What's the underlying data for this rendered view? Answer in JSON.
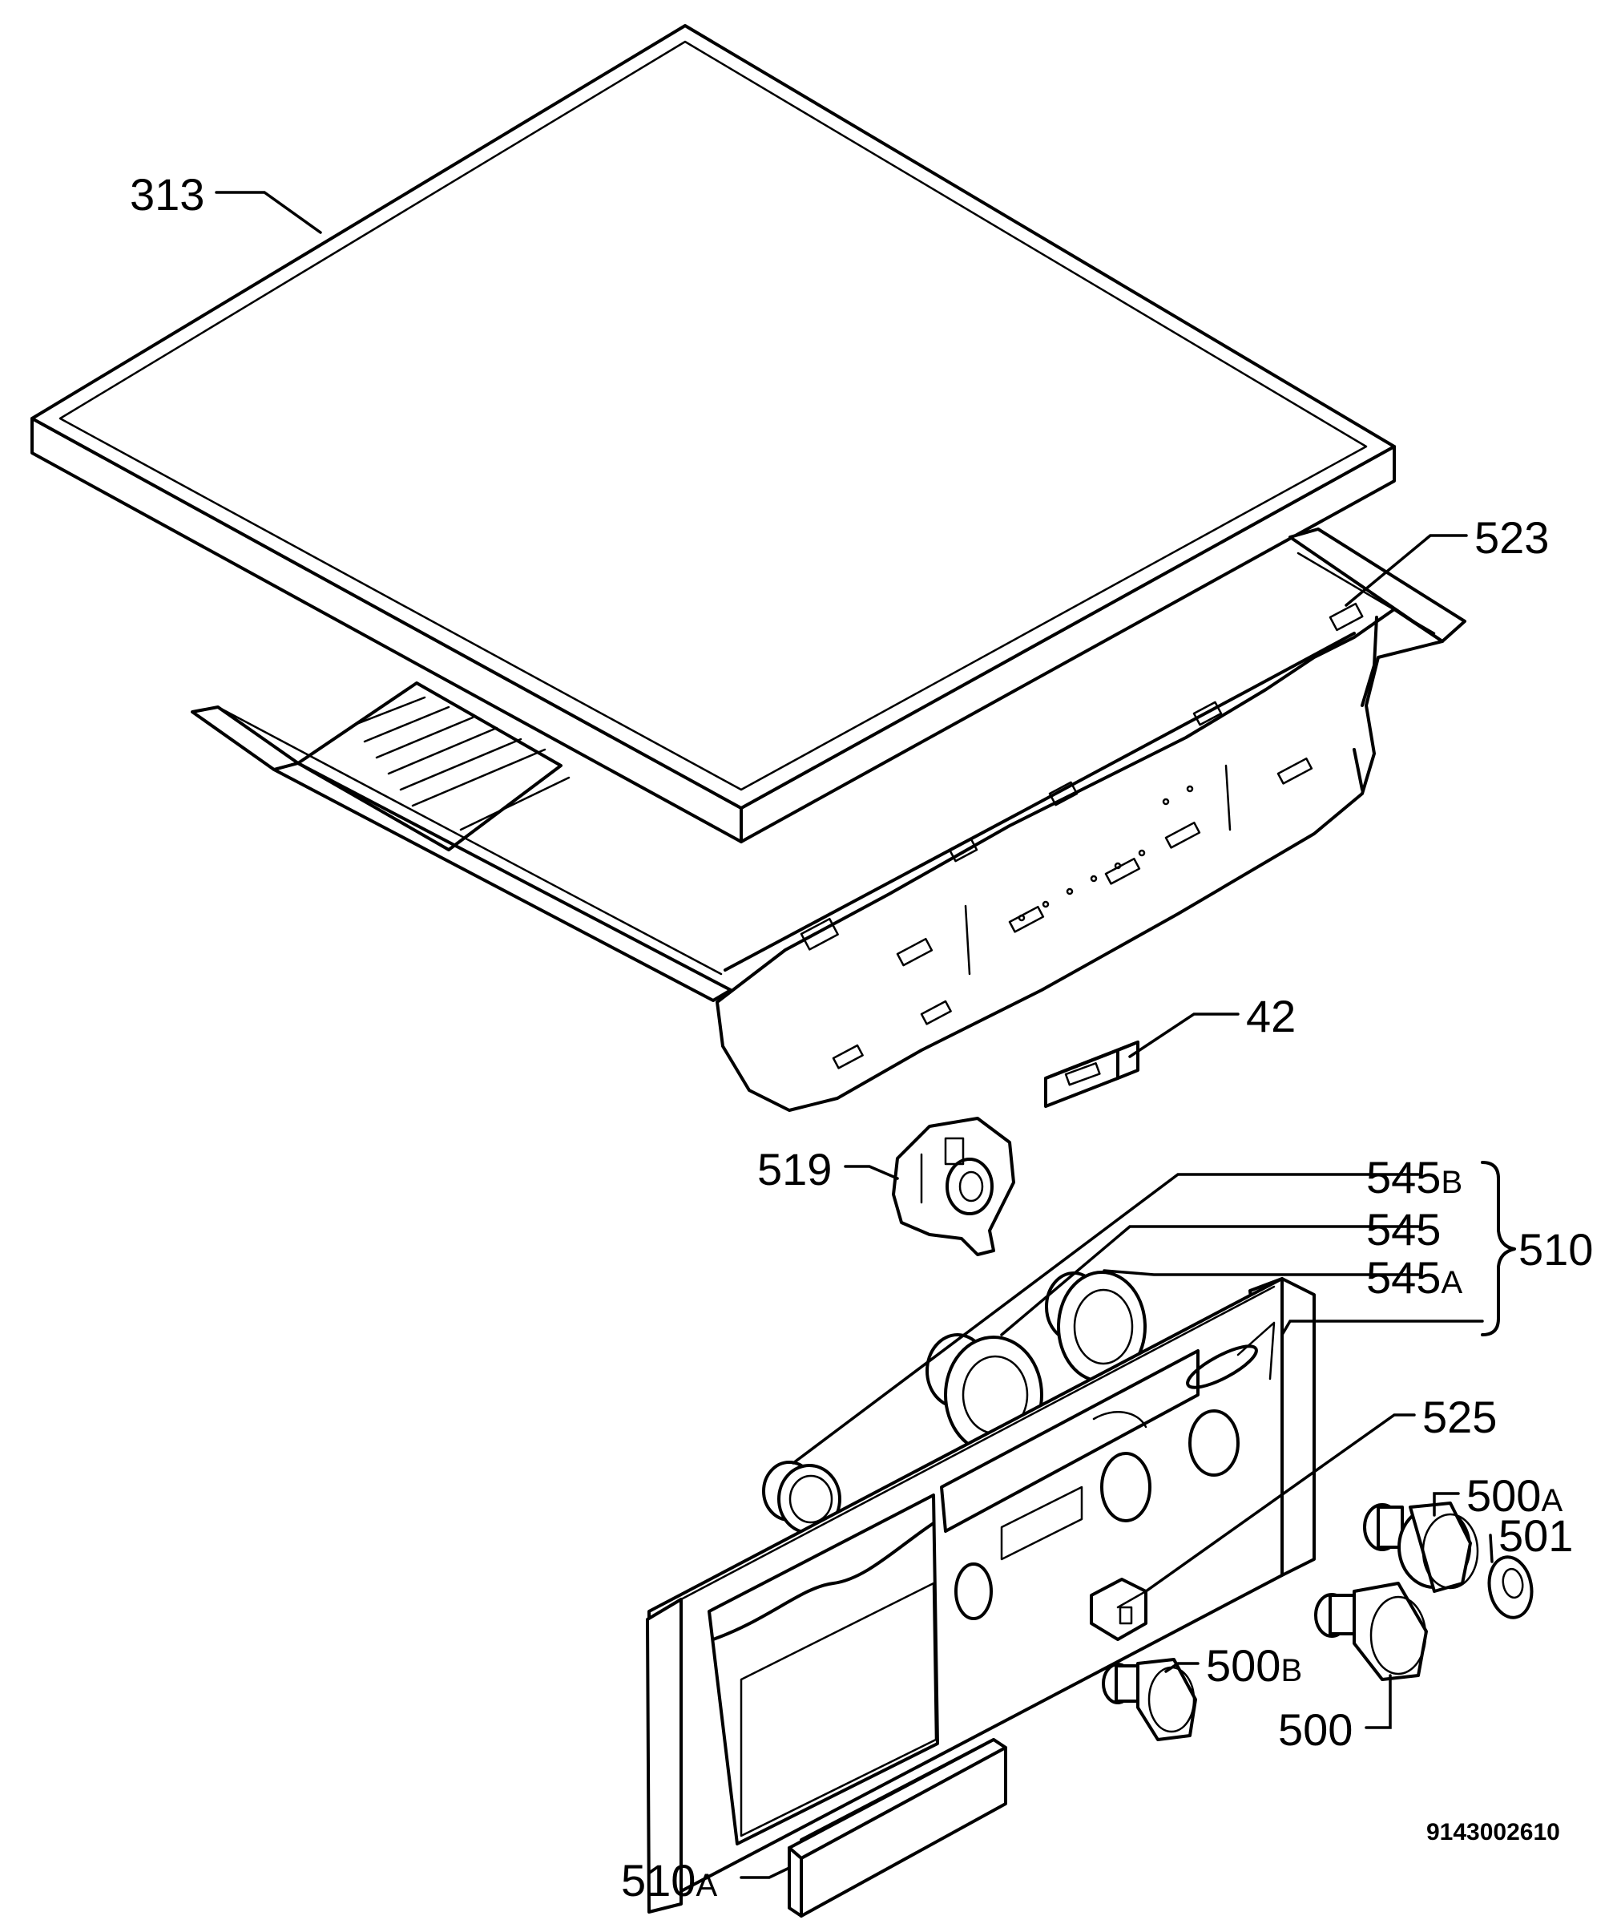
{
  "callouts": {
    "c313": "313",
    "c523": "523",
    "c42": "42",
    "c519": "519",
    "c545b_num": "545",
    "c545b_suffix": "B",
    "c545": "545",
    "c545a_num": "545",
    "c545a_suffix": "A",
    "c510": "510",
    "c525": "525",
    "c500a_num": "500",
    "c500a_suffix": "A",
    "c501": "501",
    "c500b_num": "500",
    "c500b_suffix": "B",
    "c500": "500",
    "c510a_num": "510",
    "c510a_suffix": "A"
  },
  "drawing_number": "9143002610"
}
